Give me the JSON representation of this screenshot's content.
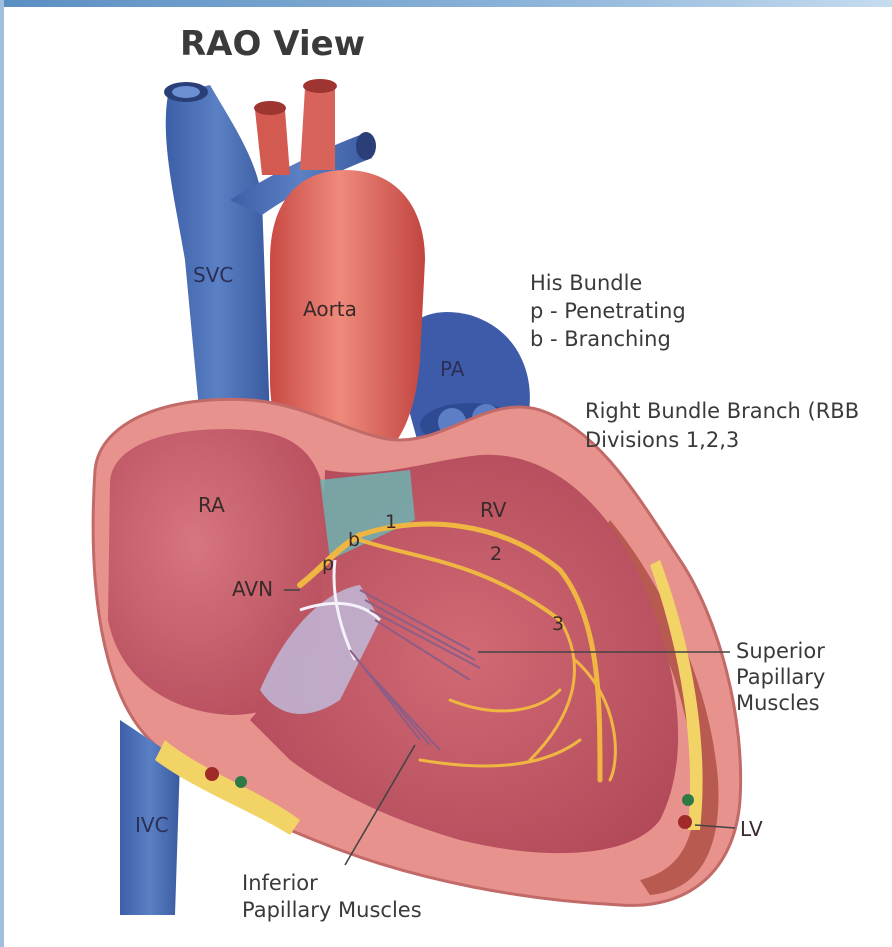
{
  "title": "RAO View",
  "legend": {
    "his_bundle": "His Bundle",
    "penetrating": "p - Penetrating",
    "branching": "b - Branching",
    "rbb": "Right Bundle Branch (RBB",
    "rbb_divisions": "Divisions 1,2,3"
  },
  "labels": {
    "svc": "SVC",
    "aorta": "Aorta",
    "pa": "PA",
    "ra": "RA",
    "rv": "RV",
    "avn": "AVN",
    "p": "p",
    "b": "b",
    "div1": "1",
    "div2": "2",
    "div3": "3",
    "ivc": "IVC",
    "lv": "LV"
  },
  "callouts": {
    "superior_line1": "Superior",
    "superior_line2": "Papillary",
    "superior_line3": "Muscles",
    "inferior_line1": "Inferior",
    "inferior_line2": "Papillary Muscles"
  },
  "colors": {
    "vein_blue": "#4a6fb5",
    "artery_red": "#d9574f",
    "myocardium": "#e58f8a",
    "chamber": "#c9606b",
    "conduction": "#f0b642"
  }
}
